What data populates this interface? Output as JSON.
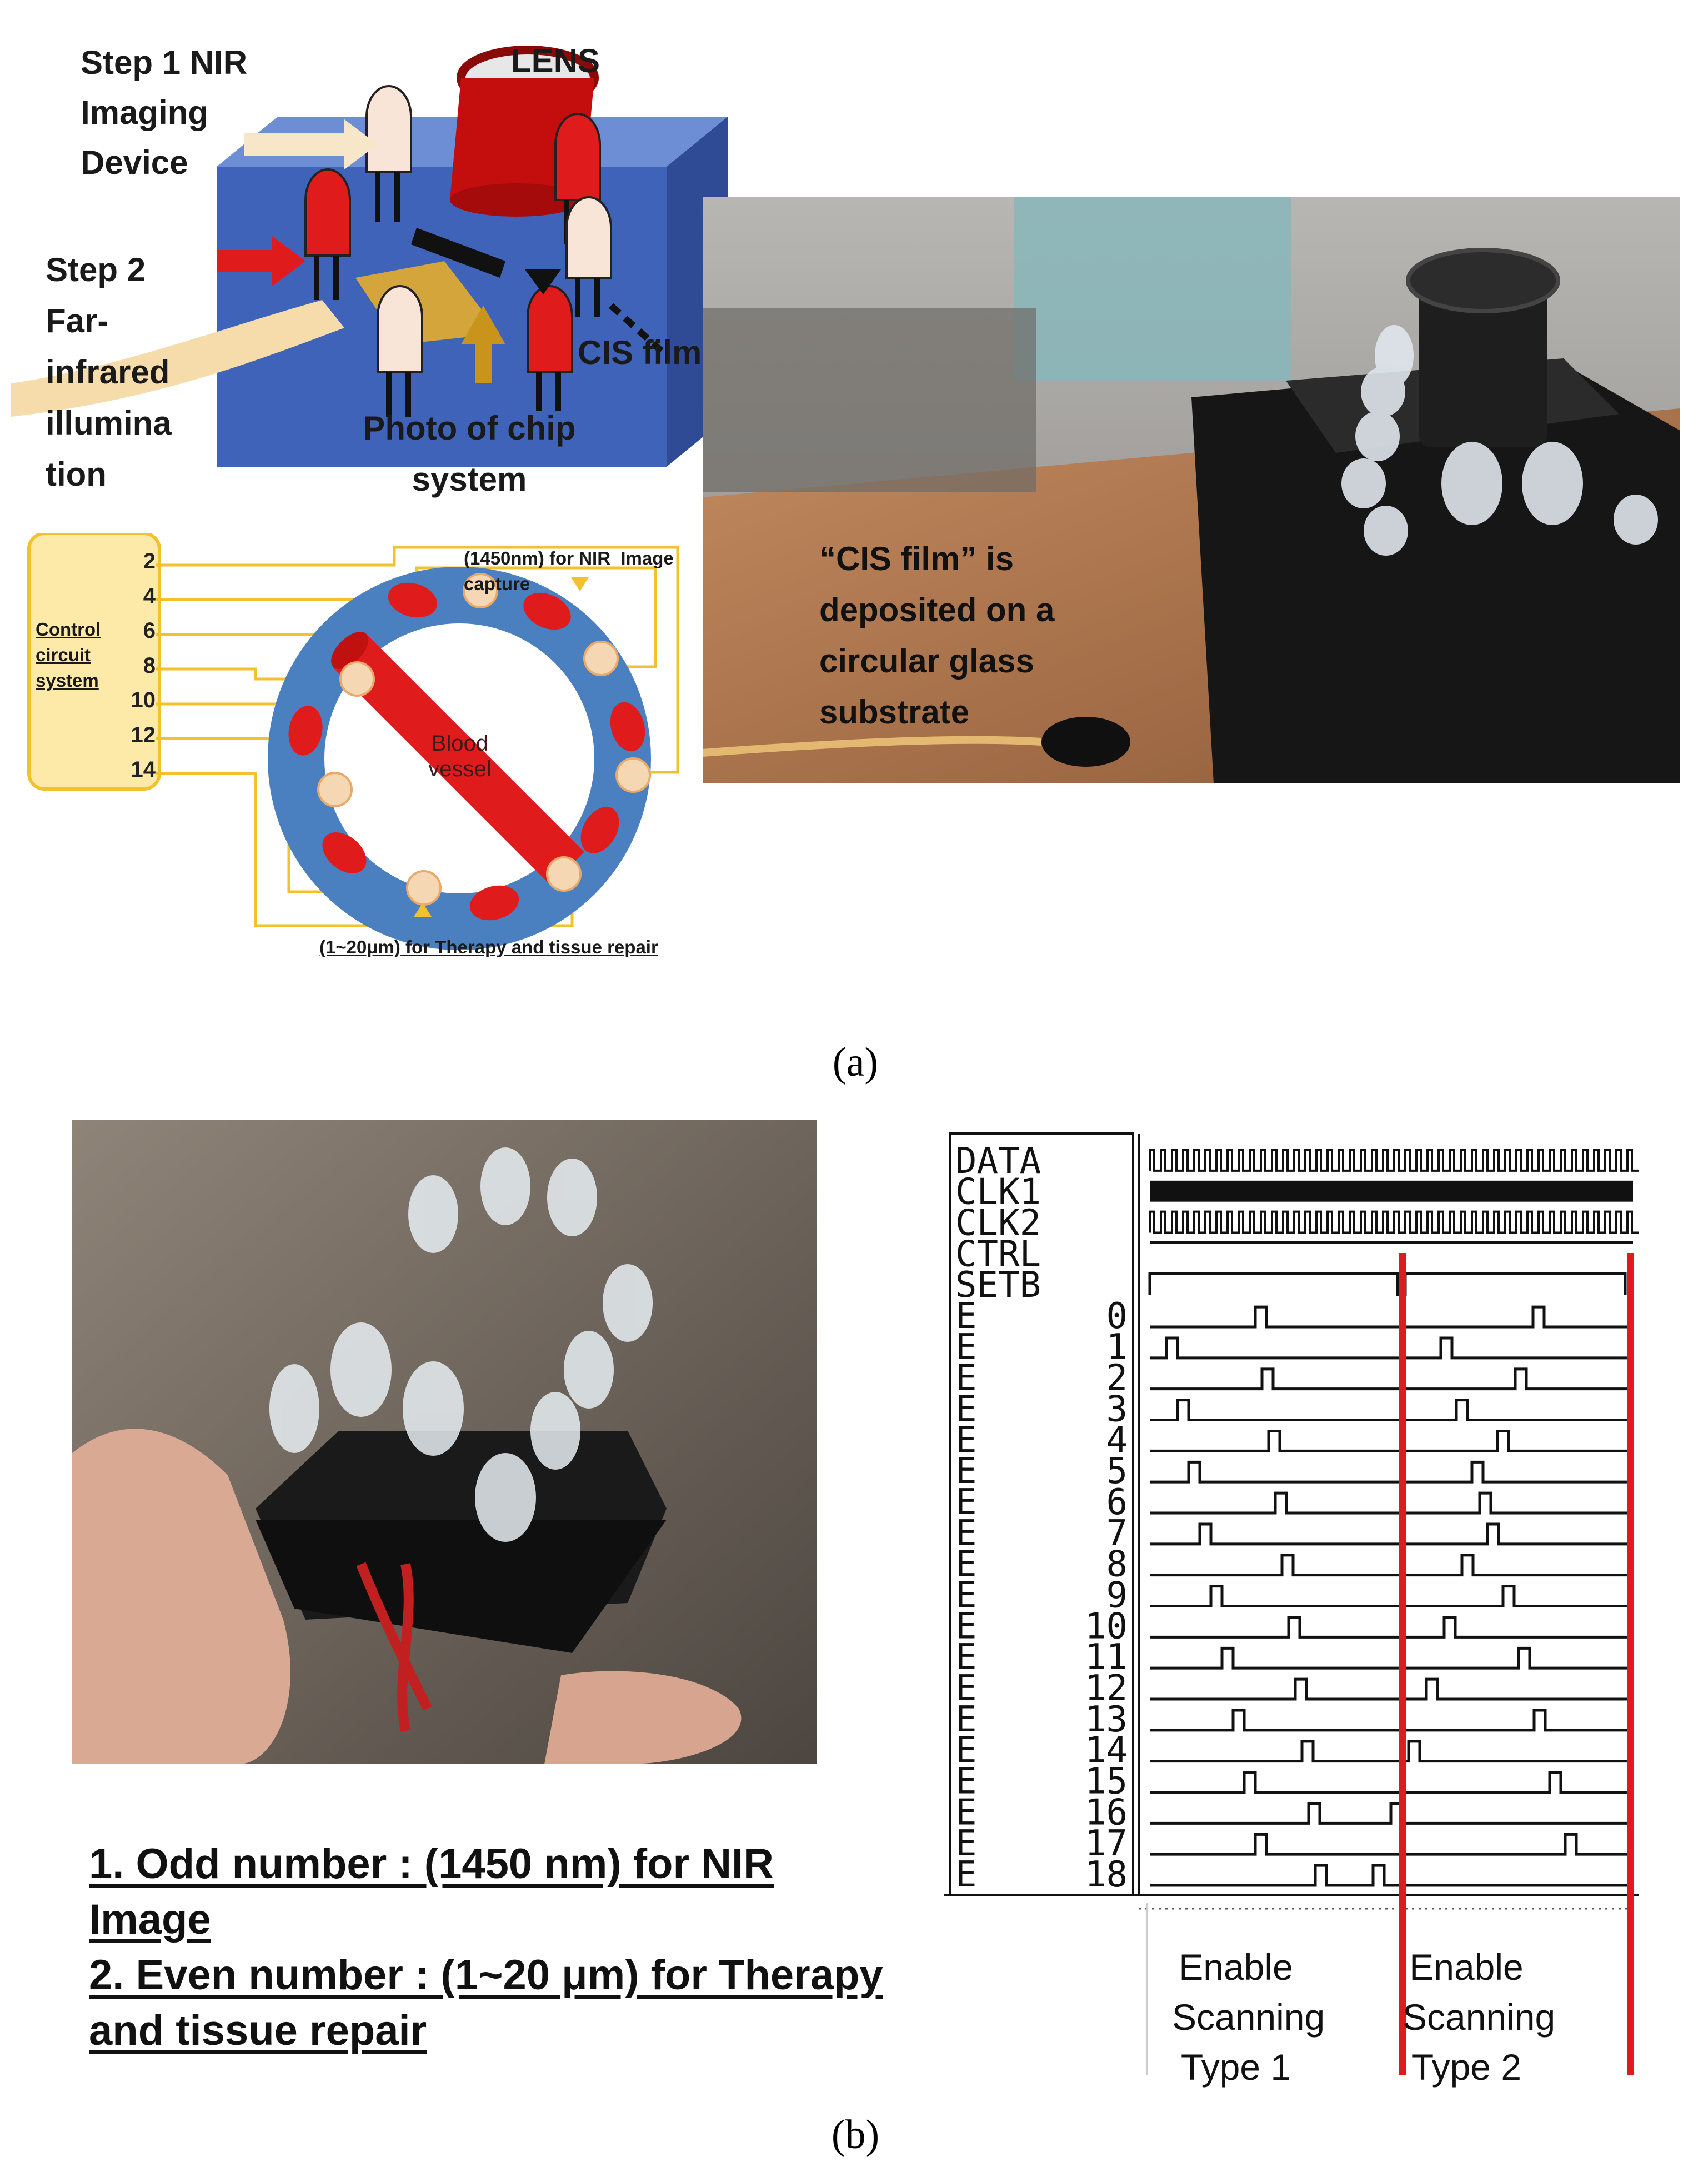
{
  "panel_a": {
    "step1_label": "Step 1 NIR Imaging Device",
    "lens_label": "LENS",
    "step2_label": "Step 2 Far-infrared illumina tion",
    "cis_film_label": "CIS film",
    "photo_label": "Photo of chip system",
    "control_label": "Control circuit system",
    "pins": [
      "2",
      "4",
      "6",
      "8",
      "10",
      "12",
      "14"
    ],
    "nir_note": "(1450nm) for NIR  Image   capture",
    "blood_vessel_label": "Blood vessel",
    "therapy_note": "(1~20μm) for Therapy and tissue repair",
    "photo_caption": "“CIS film” is deposited on a circular glass substrate"
  },
  "caption_a": "(a)",
  "panel_b": {
    "legend_line1": "1. Odd number : (1450 nm) for NIR Image",
    "legend_line2": "2. Even number : (1~20 μm) for Therapy and tissue repair",
    "signals": [
      "DATA",
      "CLK1",
      "CLK2",
      "CTRL",
      "SETB"
    ],
    "e_prefix": "E",
    "e_indices": [
      "0",
      "1",
      "2",
      "3",
      "4",
      "5",
      "6",
      "7",
      "8",
      "9",
      "10",
      "11",
      "12",
      "13",
      "14",
      "15",
      "16",
      "17",
      "18"
    ],
    "scan_type1": "Enable Scanning Type 1",
    "scan_type2": "Enable Scanning Type 2"
  },
  "caption_b": "(b)",
  "colors": {
    "accent_red": "#e01b1b",
    "box_blue": "#3f63b8",
    "ring_blue": "#4a7fc0",
    "yellow_wire": "#f2c12e",
    "panel_yellow": "#fde9a8"
  }
}
